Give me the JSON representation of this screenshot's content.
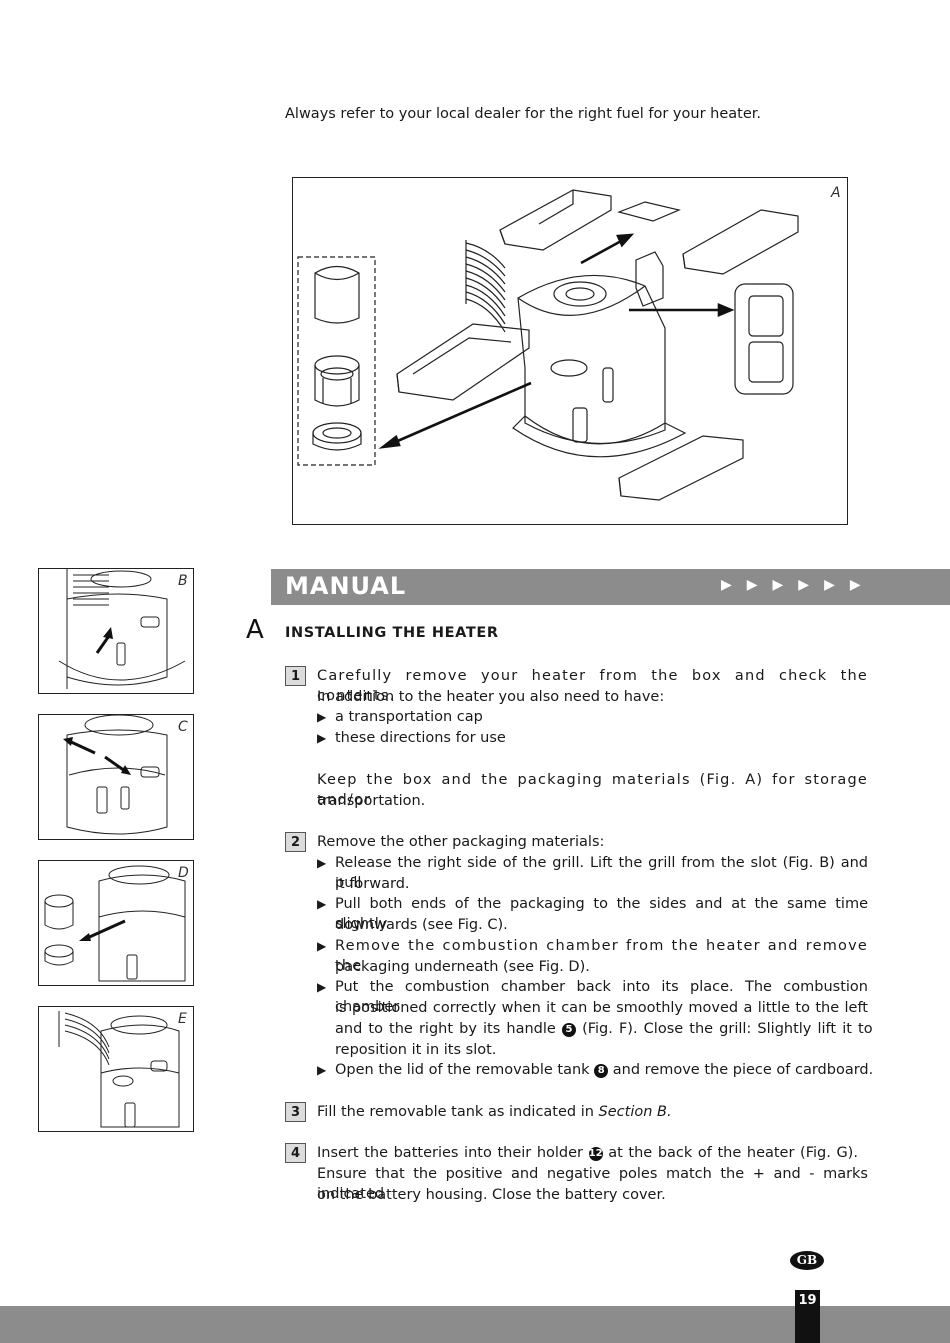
{
  "intro_text": "Always refer to your local dealer for the right fuel for your heater.",
  "figures": {
    "a": "A",
    "b": "B",
    "c": "C",
    "d": "D",
    "e": "E"
  },
  "banner": {
    "title": "MANUAL",
    "arrows": "▶▶▶▶▶▶"
  },
  "section": {
    "letter": "A",
    "title": "INSTALLING THE HEATER"
  },
  "bullet": "▶",
  "steps": {
    "s1": {
      "num": "1",
      "l1": "Carefully remove your heater from the box and check the contents.",
      "l2": "In addition to the heater you also need to have:",
      "b1": "a transportation cap",
      "b2": "these directions for use",
      "l3": "Keep the box and the packaging materials (Fig. A) for storage and/or",
      "l4": "transportation."
    },
    "s2": {
      "num": "2",
      "l1": "Remove the other packaging materials:",
      "b1a": "Release the right side of the grill. Lift the grill from the slot (Fig. B) and pull",
      "b1b": "it forward.",
      "b2a": "Pull both ends of the packaging to the sides and at the same time slightly",
      "b2b": "downwards (see Fig. C).",
      "b3a": "Remove the combustion chamber from the heater and remove the",
      "b3b": "packaging underneath (see Fig. D).",
      "b4a": "Put the combustion chamber back into its place. The combustion chamber",
      "b4b": "is positioned correctly when it can be smoothly moved a little to the left",
      "b4c_pre": "and to the right by its handle",
      "b4c_num": "5",
      "b4c_post": "(Fig. F). Close the grill: Slightly lift it to",
      "b4d": "reposition it in its slot.",
      "b5_pre": "Open the lid of the removable tank",
      "b5_num": "8",
      "b5_post": "and remove the piece of cardboard."
    },
    "s3": {
      "num": "3",
      "pre": "Fill the removable tank as indicated in",
      "ref": "Section B."
    },
    "s4": {
      "num": "4",
      "l1_pre": "Insert the batteries into their holder",
      "l1_num": "12",
      "l1_post": "at the back of the heater (Fig. G).",
      "l2": "Ensure that the positive and negative poles match the + and - marks indicated",
      "l3": "on the battery housing. Close the battery cover."
    }
  },
  "badge": "GB",
  "page_number": "19"
}
